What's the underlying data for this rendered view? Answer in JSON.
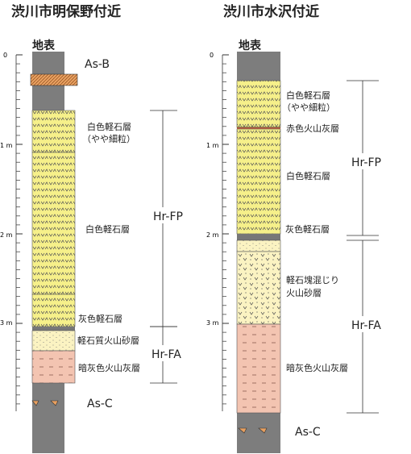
{
  "left": {
    "title": "渋川市明保野付近",
    "surface_label": "地表",
    "depth_labels": [
      "0",
      "1 m",
      "2 m",
      "3 m"
    ],
    "layers": {
      "asb": "As-B",
      "white_fine_1": "白色軽石層",
      "white_fine_2": "（やや細粒）",
      "white_pumice": "白色軽石層",
      "gray_pumice": "灰色軽石層",
      "pumiceous_sand": "軽石質火山砂層",
      "dark_ash": "暗灰色火山灰層",
      "asc": "As-C"
    },
    "brackets": {
      "fp": "Hr-FP",
      "fa": "Hr-FA"
    }
  },
  "right": {
    "title": "渋川市水沢付近",
    "surface_label": "地表",
    "depth_labels": [
      "0",
      "1 m",
      "2 m",
      "3 m"
    ],
    "layers": {
      "white_fine_1": "白色軽石層",
      "white_fine_2": "（やや細粒）",
      "red_ash": "赤色火山灰層",
      "white_pumice": "白色軽石層",
      "gray_pumice": "灰色軽石層",
      "mixed_1": "軽石塊混じり",
      "mixed_2": "火山砂層",
      "dark_ash": "暗灰色火山灰層",
      "asc": "As-C"
    },
    "brackets": {
      "fp": "Hr-FP",
      "fa": "Hr-FA"
    }
  },
  "colors": {
    "pumice_yellow": "#f6f08a",
    "sand_yellow": "#fbf3c2",
    "ash_pink": "#f3c4b1",
    "soil_gray": "#7d7d7d",
    "asb_orange": "#e8a060"
  }
}
